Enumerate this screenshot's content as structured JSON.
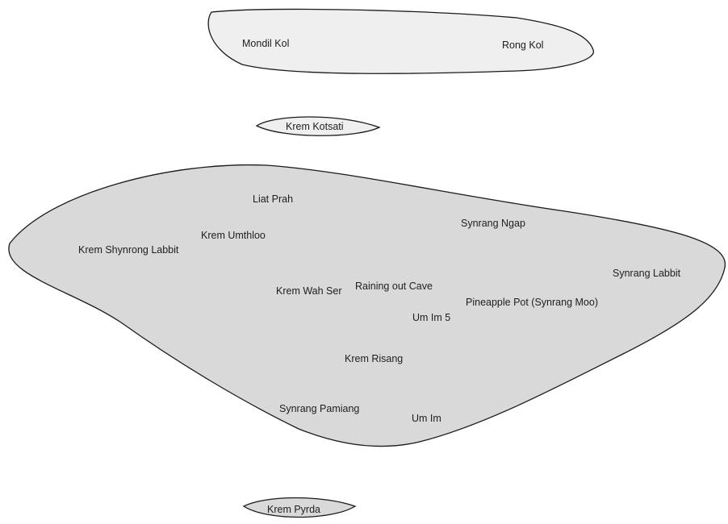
{
  "diagram": {
    "regions": {
      "top_group": {
        "labels": [
          "Mondil Kol",
          "Rong Kol"
        ]
      },
      "krem_kotsati": {
        "label": "Krem Kotsati"
      },
      "main_system": {
        "labels": [
          "Liat Prah",
          "Krem Umthloo",
          "Krem Shynrong Labbit",
          "Synrang Ngap",
          "Synrang Labbit",
          "Krem Wah Ser",
          "Raining out Cave",
          "Pineapple Pot (Synrang Moo)",
          "Um Im 5",
          "Krem Risang",
          "Synrang Pamiang",
          "Um Im"
        ]
      },
      "krem_pyrda": {
        "label": "Krem Pyrda"
      }
    },
    "colors": {
      "outline": "#1a1a1a",
      "light_fill": "#efefef",
      "mid_fill": "#d9d9d9",
      "text": "#1e1e1e"
    }
  }
}
